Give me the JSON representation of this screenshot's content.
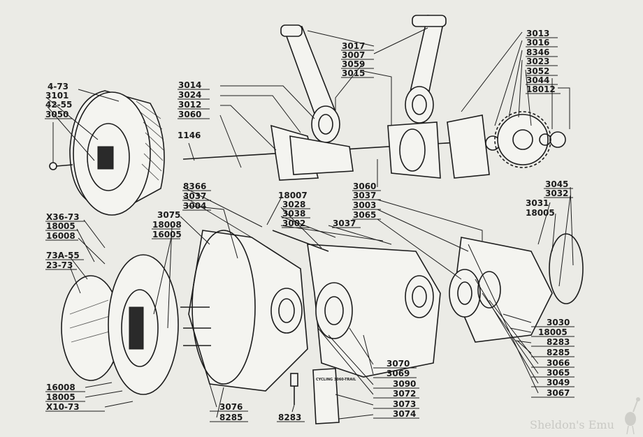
{
  "labels": {
    "l3017": "3017",
    "l3007": "3007",
    "l3059": "3059",
    "l3015": "3015",
    "l3013": "3013",
    "l3016": "3016",
    "l8346": "8346",
    "l3023": "3023",
    "l3052": "3052",
    "l3044": "3044",
    "l18012": "18012",
    "l4_73": "4-73",
    "l3101": "3101",
    "l42_55": "42-55",
    "l3050": "3050",
    "l3014": "3014",
    "l3024": "3024",
    "l3012": "3012",
    "l3060a": "3060",
    "l1146": "1146",
    "l3060b": "3060",
    "l3037a": "3037",
    "l3003": "3003",
    "l3065a": "3065",
    "l3045": "3045",
    "l3032": "3032",
    "l3031": "3031",
    "l18005a": "18005",
    "l8366": "8366",
    "l3037b": "3037",
    "l3004": "3004",
    "l18007": "18007",
    "l3028": "3028",
    "l3038": "3038",
    "l3002": "3002",
    "l3037c": "3037",
    "lX36_73": "X36-73",
    "l18005b": "18005",
    "l16008a": "16008",
    "l3075": "3075",
    "l18008": "18008",
    "l16005": "16005",
    "l73A_55": "73A-55",
    "l23_73": "23-73",
    "l3030": "3030",
    "l18005c": "18005",
    "l8283a": "8283",
    "l8285a": "8285",
    "l3066": "3066",
    "l3065b": "3065",
    "l3049": "3049",
    "l3067": "3067",
    "l3070": "3070",
    "l3069": "3069",
    "l3090": "3090",
    "l3072": "3072",
    "l3073": "3073",
    "l3074": "3074",
    "l16008b": "16008",
    "l18005d": "18005",
    "lX10_73": "X10-73",
    "l3076": "3076",
    "l8285b": "8285",
    "l8283b": "8283"
  },
  "tag_text": "CYCLING 3060-TRAIL",
  "watermark": "Sheldon's Emu"
}
